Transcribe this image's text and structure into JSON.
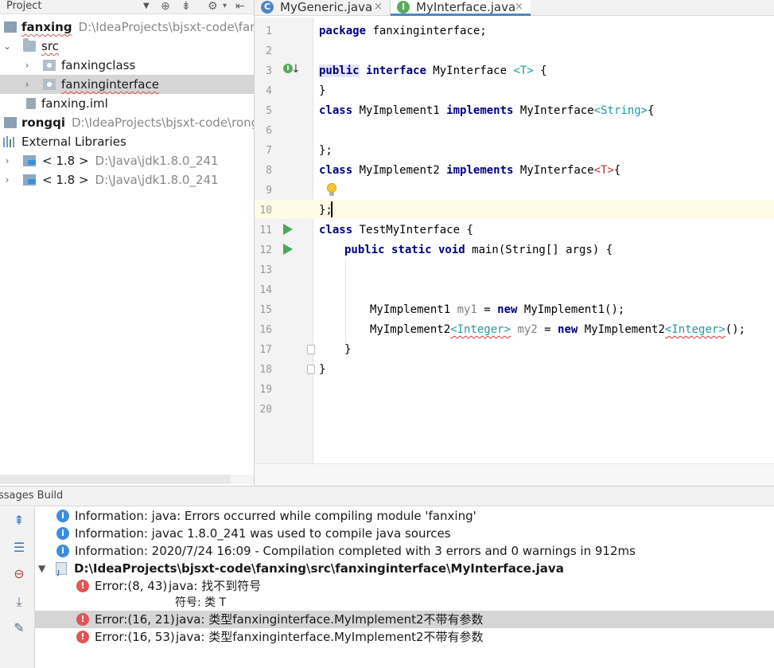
{
  "project_panel": {
    "title": "Project",
    "tree": [
      {
        "name": "fanxing",
        "path": "D:\\IdeaProjects\\bjsxt-code\\fanx"
      },
      {
        "name": "src"
      },
      {
        "name": "fanxingclass"
      },
      {
        "name": "fanxinginterface"
      },
      {
        "name": "fanxing.iml"
      },
      {
        "name": "rongqi",
        "path": "D:\\IdeaProjects\\bjsxt-code\\rong"
      },
      {
        "name": "External Libraries"
      },
      {
        "name": "< 1.8 >",
        "path": "D:\\Java\\jdk1.8.0_241"
      },
      {
        "name": "< 1.8 >",
        "path": "D:\\Java\\jdk1.8.0_241"
      }
    ]
  },
  "tabs": [
    {
      "label": "MyGeneric.java",
      "badge": "C",
      "badge_color": "#4a88c7"
    },
    {
      "label": "MyInterface.java",
      "badge": "I",
      "badge_color": "#5aa95a"
    }
  ],
  "editor": {
    "line_numbers": [
      "1",
      "2",
      "3",
      "4",
      "5",
      "6",
      "7",
      "8",
      "9",
      "10",
      "11",
      "12",
      "13",
      "14",
      "15",
      "16",
      "17",
      "18",
      "19",
      "20"
    ],
    "code": {
      "l1_kw": "package",
      "l1_rest": " fanxinginterface;",
      "l3_kw1": "public",
      "l3_kw2": "interface",
      "l3_name": " MyInterface ",
      "l3_gen": "<T>",
      "l3_end": " {",
      "l4": "}",
      "l5_kw": "class",
      "l5_name": " MyImplement1 ",
      "l5_impl": "implements",
      "l5_iface": " MyInterface",
      "l5_gen": "<String>",
      "l5_end": "{",
      "l7": "};",
      "l8_kw": "class",
      "l8_name": " MyImplement2 ",
      "l8_impl": "implements",
      "l8_iface": " MyInterface",
      "l8_gen": "<T>",
      "l8_end": "{",
      "l10": "};",
      "l11_kw": "class",
      "l11_rest": " TestMyInterface {",
      "l12_kw": "public static void",
      "l12_rest": " main(String[] args) {",
      "l15_type": "MyImplement1 ",
      "l15_var": "my1",
      "l15_eq": " = ",
      "l15_new": "new",
      "l15_rest": " MyImplement1();",
      "l16_type": "MyImplement2",
      "l16_gen": "<Integer>",
      "l16_var": " my2",
      "l16_eq": " = ",
      "l16_new": "new",
      "l16_rest1": " MyImplement2",
      "l16_gen2": "<Integer>",
      "l16_end": "();",
      "l17": "}",
      "l18": "}"
    }
  },
  "messages": {
    "header": "ssages Build",
    "rows": [
      {
        "type": "info",
        "text": "Information: java: Errors occurred while compiling module 'fanxing'"
      },
      {
        "type": "info",
        "text": "Information: javac 1.8.0_241 was used to compile java sources"
      },
      {
        "type": "info",
        "text": "Information: 2020/7/24 16:09 - Compilation completed with 3 errors and 0 warnings in 912ms"
      },
      {
        "type": "file",
        "text": "D:\\IdeaProjects\\bjsxt-code\\fanxing\\src\\fanxinginterface\\MyInterface.java"
      },
      {
        "type": "error",
        "loc": "Error:(8, 43)",
        "text": "java: 找不到符号"
      },
      {
        "type": "detail",
        "text": "符号: 类 T"
      },
      {
        "type": "error",
        "loc": "Error:(16, 21)",
        "text": "java: 类型fanxinginterface.MyImplement2不带有参数"
      },
      {
        "type": "error",
        "loc": "Error:(16, 53)",
        "text": "java: 类型fanxinginterface.MyImplement2不带有参数"
      }
    ]
  },
  "icons": {
    "info": "i",
    "error": "!",
    "close": "×",
    "chevron_right": "›",
    "chevron_down": "⌄"
  }
}
